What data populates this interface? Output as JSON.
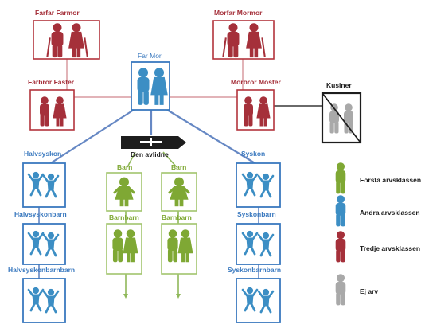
{
  "colors": {
    "third": "#a5303a",
    "second": "#3c8ec4",
    "first": "#7fa834",
    "none": "#a9a9a9",
    "box_third": "#b2343c",
    "box_second": "#3a79bf",
    "box_first": "#a2c56d",
    "line_third": "#d99aa1",
    "line_second": "#6688c4",
    "line_first": "#8fb85a",
    "dark": "#1d1d1d"
  },
  "labels": {
    "farfar_farmor": "Farfar Farmor",
    "morfar_mormor": "Morfar Mormor",
    "far_mor": "Far Mor",
    "farbror_faster": "Farbror Faster",
    "morbror_moster": "Morbror Moster",
    "kusiner": "Kusiner",
    "den_avlidne": "Den avlidne",
    "halvsyskon": "Halvsyskon",
    "syskon": "Syskon",
    "barn_1": "Barn",
    "barn_2": "Barn",
    "barnbarn_1": "Barnbarn",
    "barnbarn_2": "Barnbarn",
    "halvsyskonbarn": "Halvsyskonbarn",
    "syskonbarn": "Syskonbarn",
    "halvsyskonbarnbarn": "Halvsyskonbarnbarn",
    "syskonbarnbarn": "Syskonbarnbarn"
  },
  "legend": [
    {
      "label": "Första arvsklassen",
      "color": "#7fa834",
      "icon": "person-icon-green"
    },
    {
      "label": "Andra arvsklassen",
      "color": "#3c8ec4",
      "icon": "person-icon-blue"
    },
    {
      "label": "Tredje arvsklassen",
      "color": "#a5303a",
      "icon": "person-icon-red"
    },
    {
      "label": "Ej arv",
      "color": "#a9a9a9",
      "icon": "person-icon-gray"
    }
  ]
}
